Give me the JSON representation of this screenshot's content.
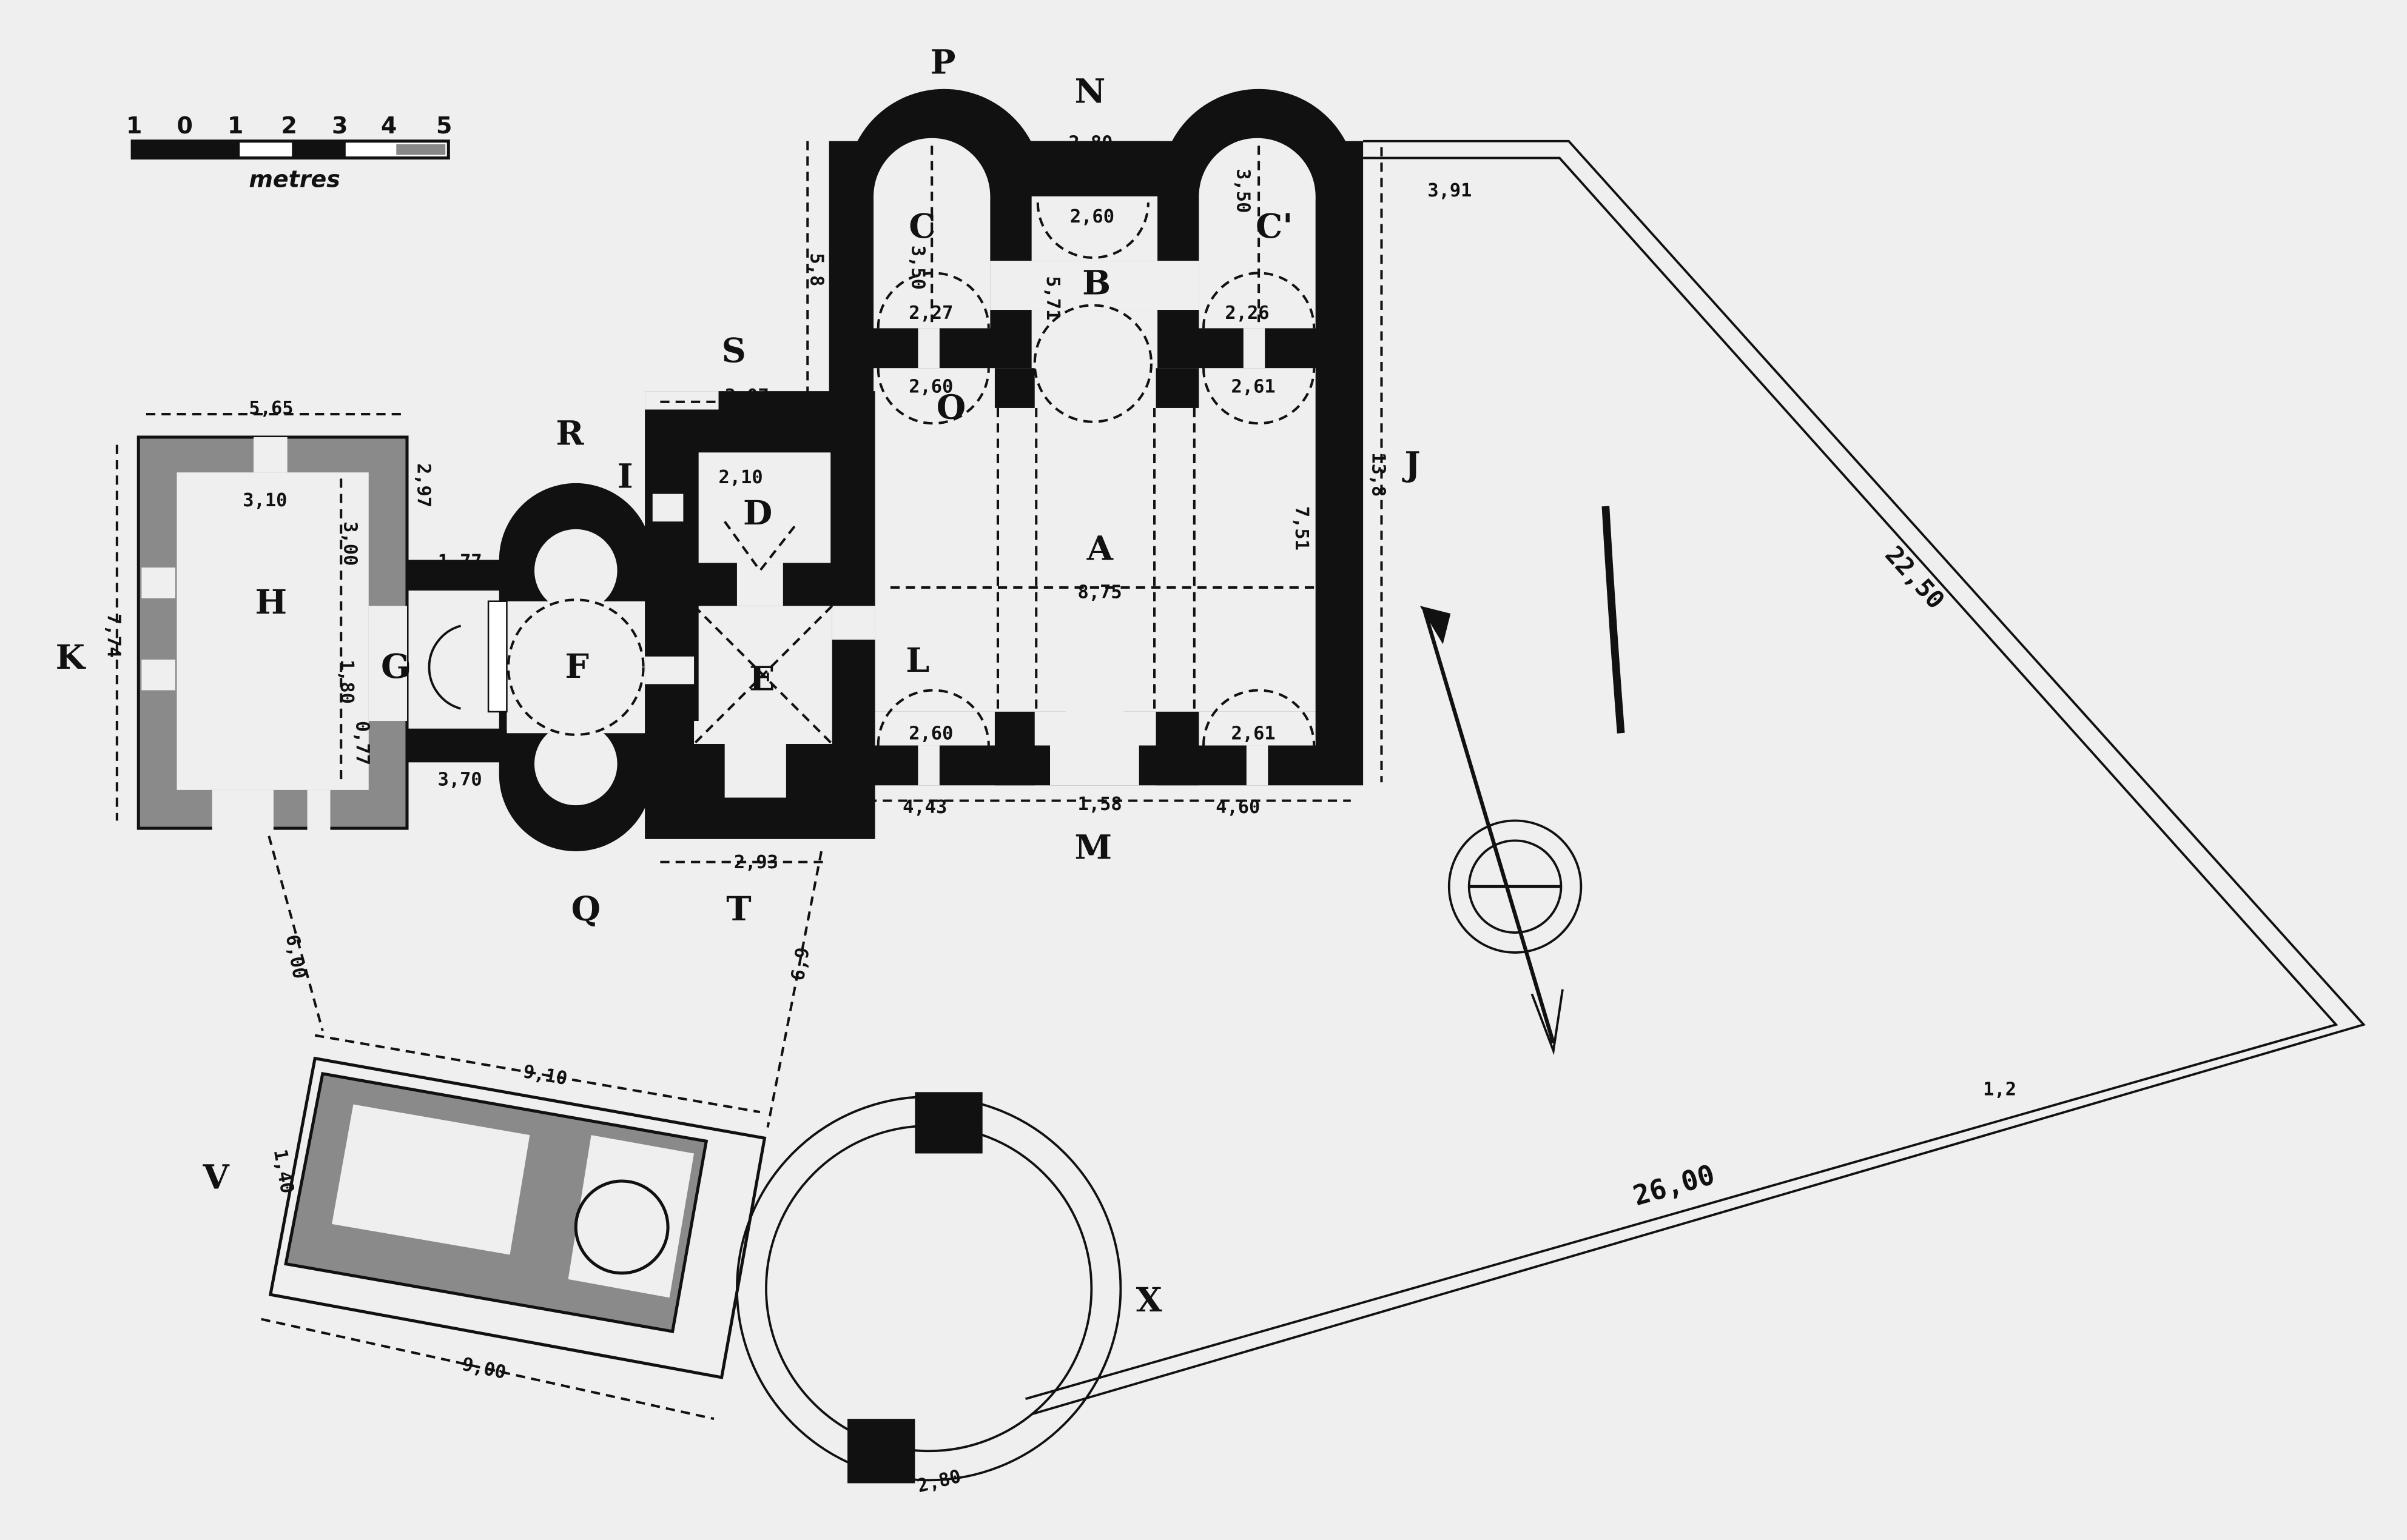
{
  "scale_bar": {
    "ticks": [
      "1",
      "0",
      "1",
      "2",
      "3",
      "4",
      "5"
    ],
    "unit": "metres"
  },
  "rooms": {
    "A": "A",
    "B": "B",
    "C": "C",
    "C2": "C'",
    "D": "D",
    "E": "E",
    "F": "F",
    "G": "G",
    "H": "H",
    "I": "I",
    "J": "J",
    "K": "K",
    "L": "L",
    "M": "M",
    "N": "N",
    "O": "O",
    "P": "P",
    "Q": "Q",
    "R": "R",
    "S": "S",
    "T": "T",
    "V": "V",
    "X": "X"
  },
  "dimensions": {
    "apse_gap": "2,80",
    "apse_left_depth": "3,50",
    "apse_right_depth": "3,50",
    "b_width": "2,60",
    "b_depth": "5,71",
    "c_left_width": "2,27",
    "c_right_width": "2,26",
    "o_width": "2,60",
    "o_right_width": "2,61",
    "north_depth": "5,8",
    "enclosure_offset": "3,91",
    "s_width": "3,07",
    "d_width": "2,10",
    "a_aisle": "7,51",
    "total_depth": "13,8",
    "a_width": "8,75",
    "l_width": "2,60",
    "l_right_width": "2,61",
    "m_left": "4,43",
    "m_door": "1,58",
    "m_right": "4,60",
    "h_width": "5,65",
    "h_inner": "3,10",
    "h_side": "2,97",
    "h_inner_depth": "3,00",
    "g_passage": "1,77",
    "g_depth": "1,80",
    "g_small": "0,77",
    "g_bottom": "3,70",
    "t_width": "2,93",
    "k_depth": "7,74",
    "v_gap_left": "6,00",
    "v_gap_right": "6,9",
    "v_length": "9,10",
    "v_width": "1,40",
    "v_length_bottom": "9,00",
    "wall_south": "26,00",
    "wall_east": "22,50",
    "x_gap": "2,80",
    "wall_mark": "1,2"
  },
  "colors": {
    "ink": "#111111",
    "paper": "#efefef",
    "hatch": "#8a8a8a"
  }
}
